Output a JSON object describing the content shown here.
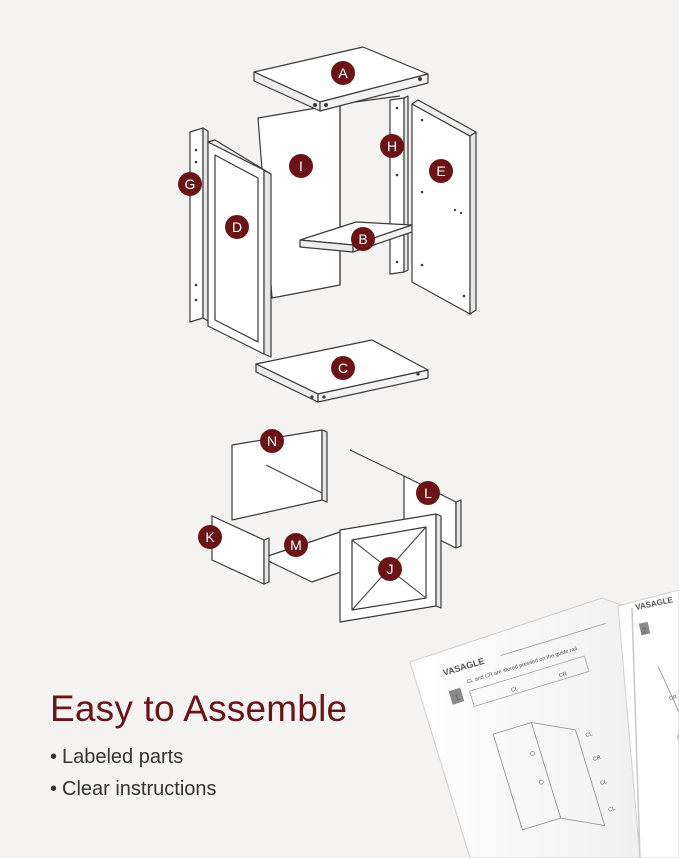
{
  "headline": "Easy to Assemble",
  "bullets": [
    "Labeled parts",
    "Clear instructions"
  ],
  "part_labels": {
    "A": "A",
    "B": "B",
    "C": "C",
    "D": "D",
    "E": "E",
    "G": "G",
    "H": "H",
    "I": "I",
    "J": "J",
    "K": "K",
    "L": "L",
    "M": "M",
    "N": "N"
  },
  "manual": {
    "brand_left": "VASAGLE",
    "brand_right": "VASAGLE",
    "step_left": "1",
    "step_right": "2",
    "instruction": "CL and CR are stored pressed on the guide rail",
    "rail_labels": [
      "CL",
      "CR",
      "CL",
      "CR",
      "CL",
      "CL",
      "CR",
      "CL"
    ]
  },
  "colors": {
    "background": "#f4f3f2",
    "accent": "#6b1418",
    "badge": "#6b1418",
    "line": "#3a3a3a",
    "text": "#333333"
  }
}
